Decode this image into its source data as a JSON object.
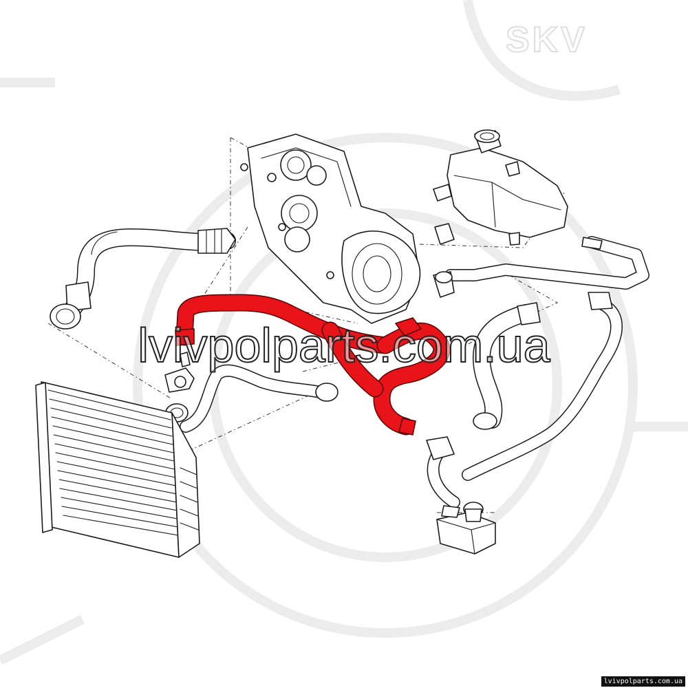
{
  "watermark": {
    "main_text": "lvivpolparts.com.ua",
    "corner_text": "lvivpolparts.com.ua",
    "logo_text": "SKV"
  },
  "colors": {
    "highlight_hose": "#e8141a",
    "line_art": "#1a1a1a",
    "background": "#ffffff"
  },
  "diagram": {
    "highlighted_part": "coolant-hose-highlighted",
    "components": [
      "engine-block-water-pump",
      "expansion-tank",
      "radiator",
      "upper-radiator-hose",
      "thermostat-hose",
      "heater-hoses",
      "auxiliary-water-pump",
      "bleed-line"
    ]
  }
}
